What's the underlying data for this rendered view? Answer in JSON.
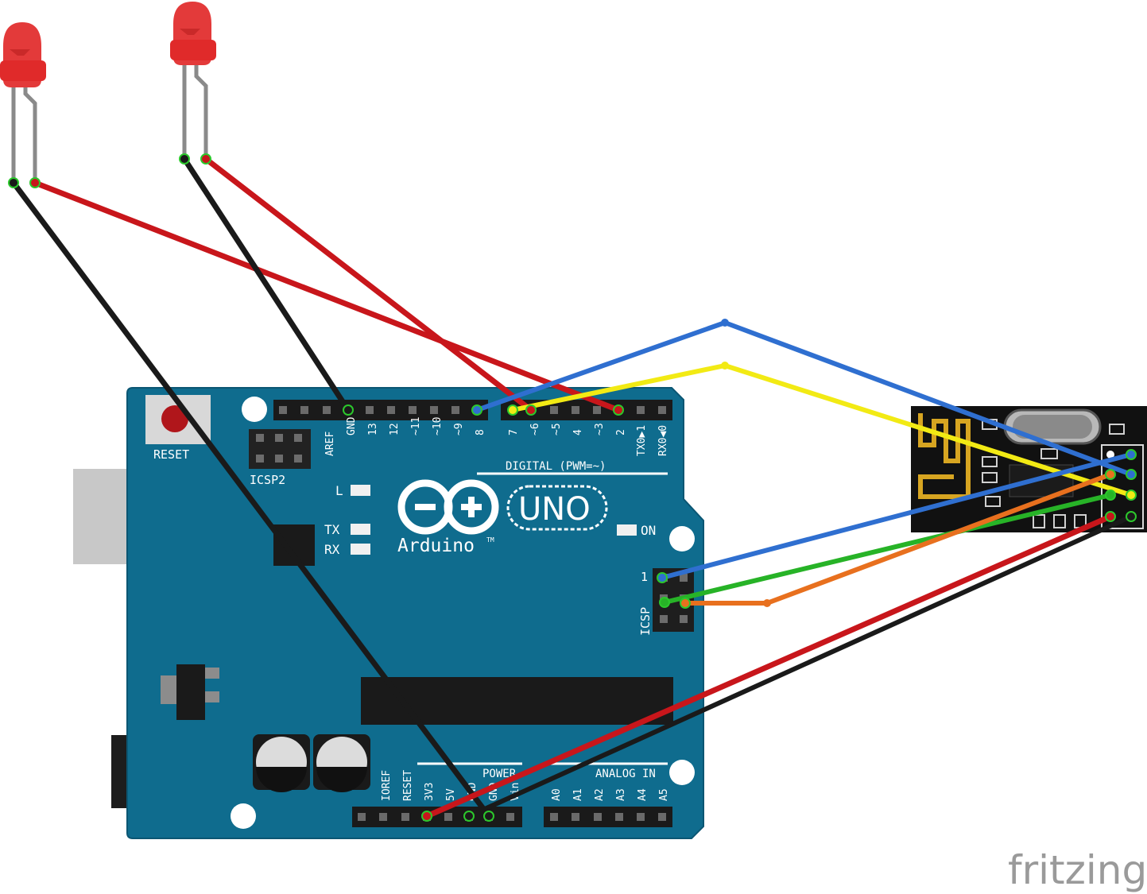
{
  "watermark": "fritzing",
  "arduino": {
    "brand": "Arduino",
    "trademark": "TM",
    "model": "UNO",
    "reset_label": "RESET",
    "icsp2_label": "ICSP2",
    "icsp_label": "ICSP",
    "icsp_pin1": "1",
    "led_l_label": "L",
    "led_tx_label": "TX",
    "led_rx_label": "RX",
    "on_label": "ON",
    "digital_label": "DIGITAL (PWM=~)",
    "power_label": "POWER",
    "analog_label": "ANALOG IN",
    "digital_pins": [
      "AREF",
      "GND",
      "13",
      "12",
      "~11",
      "~10",
      "~9",
      "8",
      "7",
      "~6",
      "~5",
      "4",
      "~3",
      "2",
      "TX0▶1",
      "RX0◀0"
    ],
    "power_pins": [
      "IOREF",
      "RESET",
      "3V3",
      "5V",
      "GND",
      "GND",
      "Vin"
    ],
    "analog_pins": [
      "A0",
      "A1",
      "A2",
      "A3",
      "A4",
      "A5"
    ]
  },
  "wire_colors": {
    "red": "#c8161b",
    "black": "#1a1a1a",
    "blue": "#2f6fd0",
    "yellow": "#f2ea14",
    "green": "#27b327",
    "orange": "#e8701e"
  },
  "board_color": "#0f6c8e",
  "led_color": "#e33a3a"
}
